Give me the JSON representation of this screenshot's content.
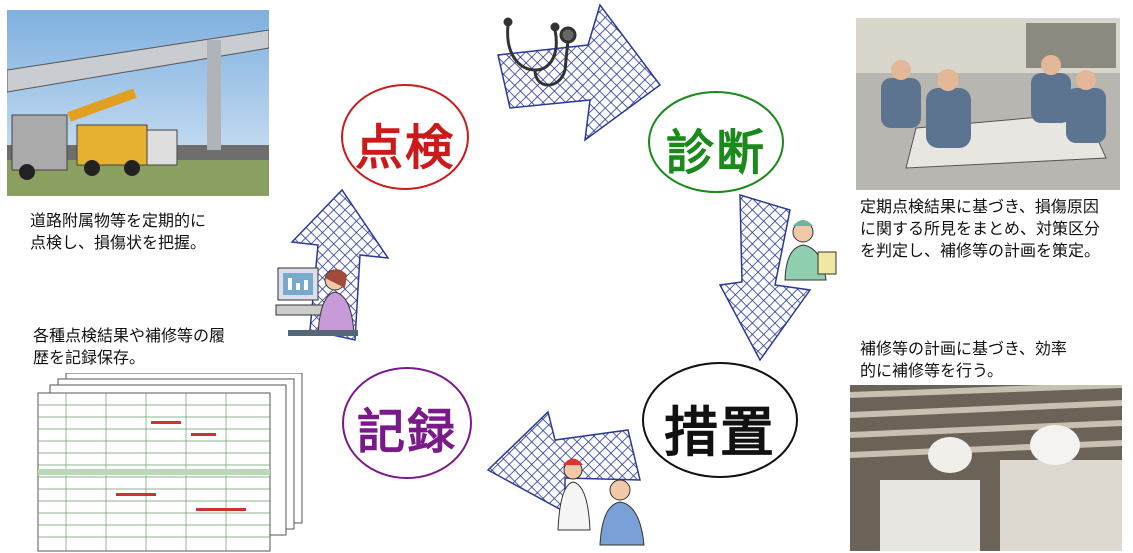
{
  "stages": {
    "inspection": {
      "label": "点検",
      "color": "#cc1a1a"
    },
    "diagnosis": {
      "label": "診断",
      "color": "#1a8a1a"
    },
    "measures": {
      "label": "措置",
      "color": "#111111"
    },
    "record": {
      "label": "記録",
      "color": "#7a1a8a"
    }
  },
  "descriptions": {
    "inspection": "道路附属物等を定期的に\n点検し、損傷状を把握。",
    "diagnosis": "定期点検結果に基づき、損傷原因\nに関する所見をまとめ、対策区分\nを判定し、補修等の計画を策定。",
    "measures": "補修等の計画に基づき、効率\n的に補修等を行う。",
    "record": "各種点検結果や補修等の履\n歴を記録保存。"
  },
  "colors": {
    "arrow_fill": "#2a3a9a",
    "arrow_bg": "#ffffff"
  }
}
